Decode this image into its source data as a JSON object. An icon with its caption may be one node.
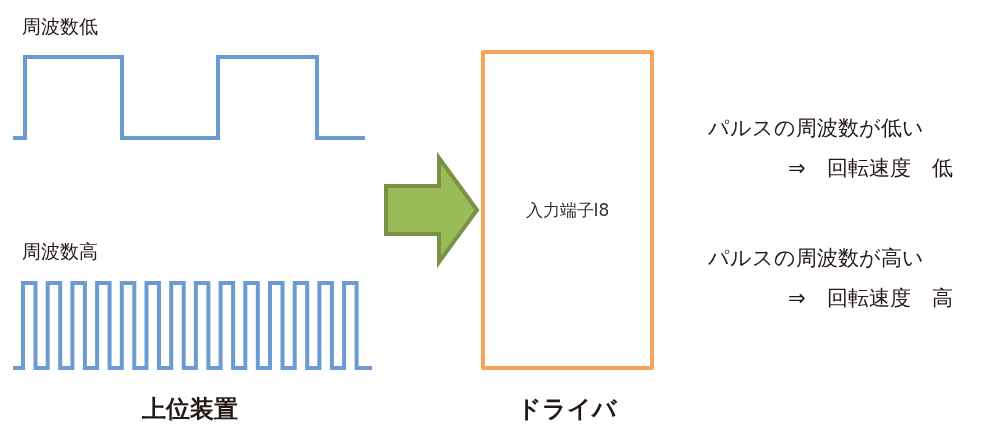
{
  "diagram": {
    "nodes": [
      {
        "text": [
          "上位装置"
        ]
      },
      {
        "text": [
          "入力端子I8"
        ],
        "beside": [
          "ドライバ"
        ]
      }
    ],
    "edges": [
      {
        "from": 0,
        "to": 1,
        "arrow": "to",
        "style": "thick",
        "color": "#9bbb59"
      }
    ],
    "labels": [
      "周波数低",
      "周波数高",
      "パルスの周波数が低い",
      "⇒　回転速度　低",
      "パルスの周波数が高い",
      "⇒　回転速度　高"
    ]
  }
}
